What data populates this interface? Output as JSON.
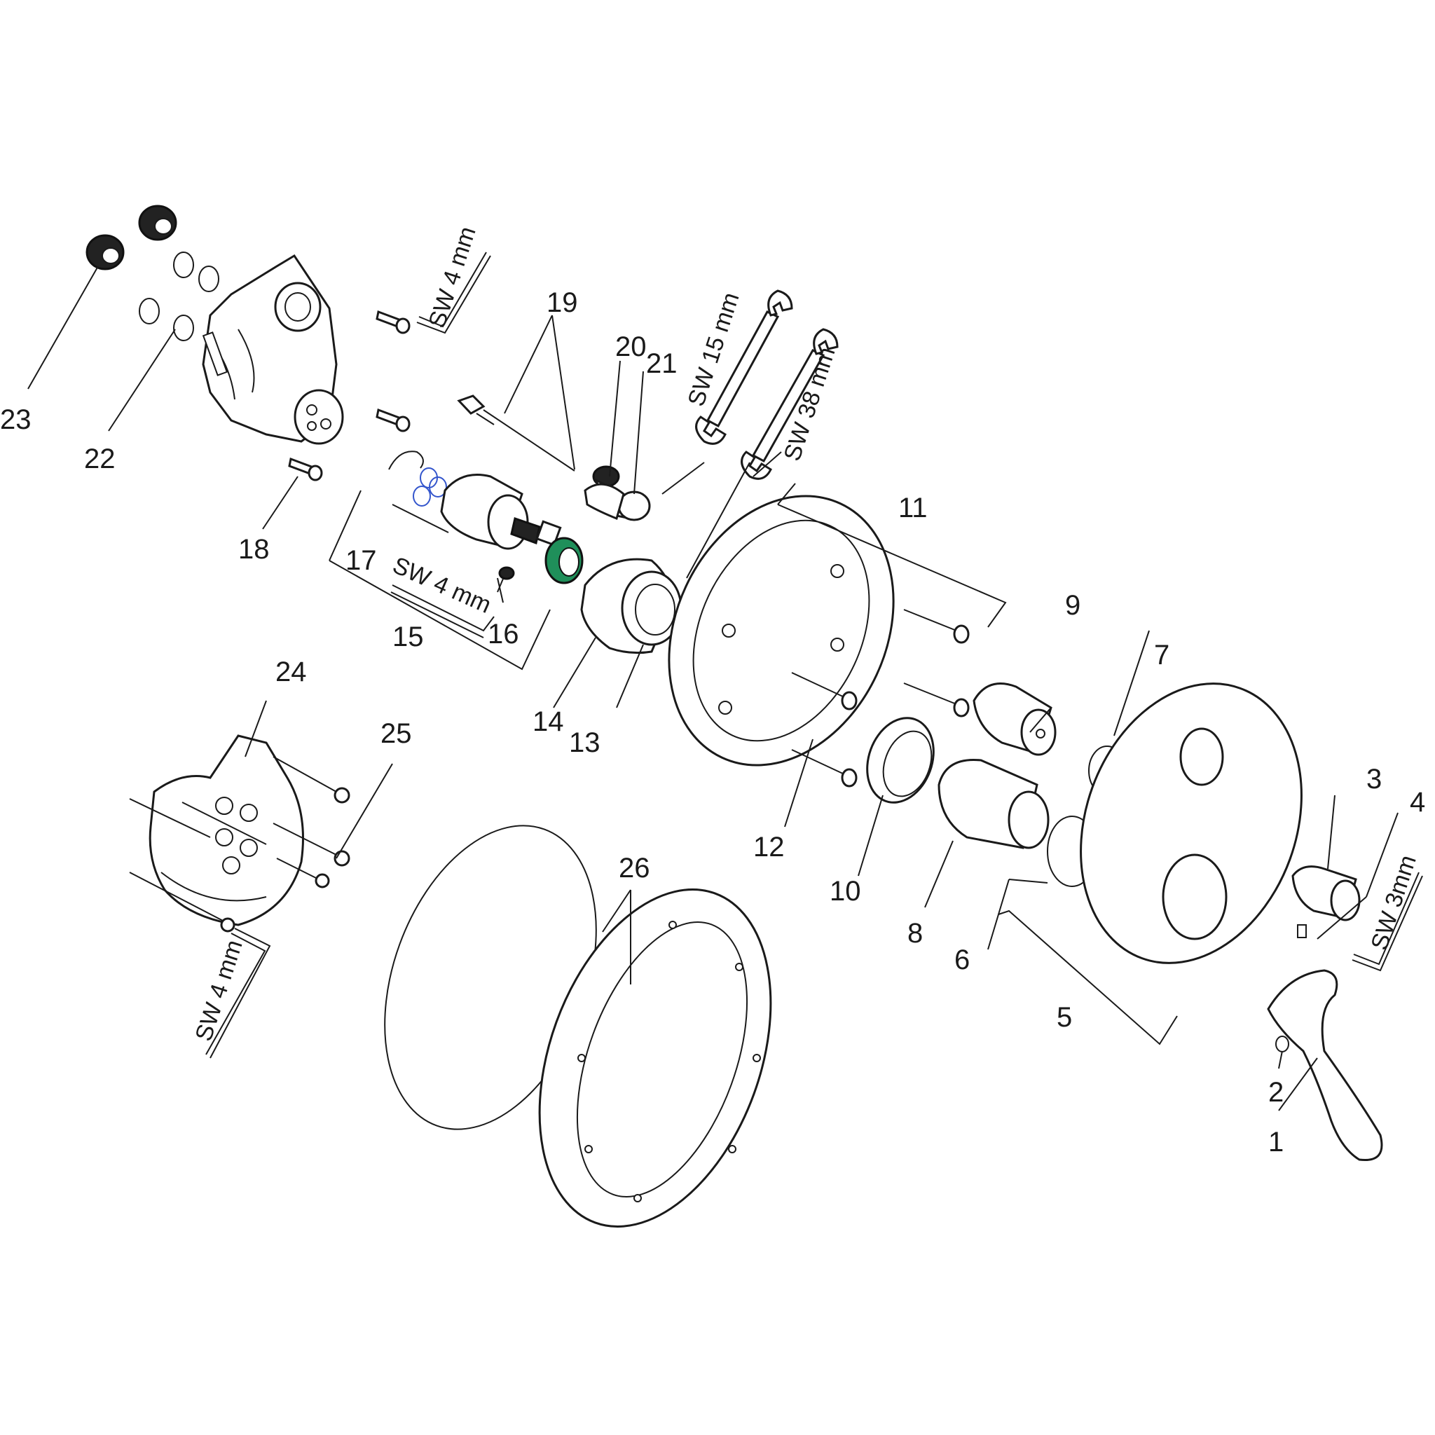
{
  "diagram": {
    "part_numbers": [
      "1",
      "2",
      "3",
      "4",
      "5",
      "6",
      "7",
      "8",
      "9",
      "10",
      "11",
      "12",
      "13",
      "14",
      "15",
      "16",
      "17",
      "18",
      "19",
      "20",
      "21",
      "22",
      "23",
      "24",
      "25",
      "26"
    ],
    "tool_labels": {
      "sw4_a": "SW 4 mm",
      "sw15": "SW 15 mm",
      "sw38": "SW 38 mm",
      "sw4_b": "SW 4 mm",
      "sw3": "SW 3mm",
      "sw4_c": "SW 4 mm"
    },
    "colors": {
      "line": "#1a1a1a",
      "accent_ring": "#1f8f5a",
      "o_ring_blue": "#3355cc"
    }
  }
}
